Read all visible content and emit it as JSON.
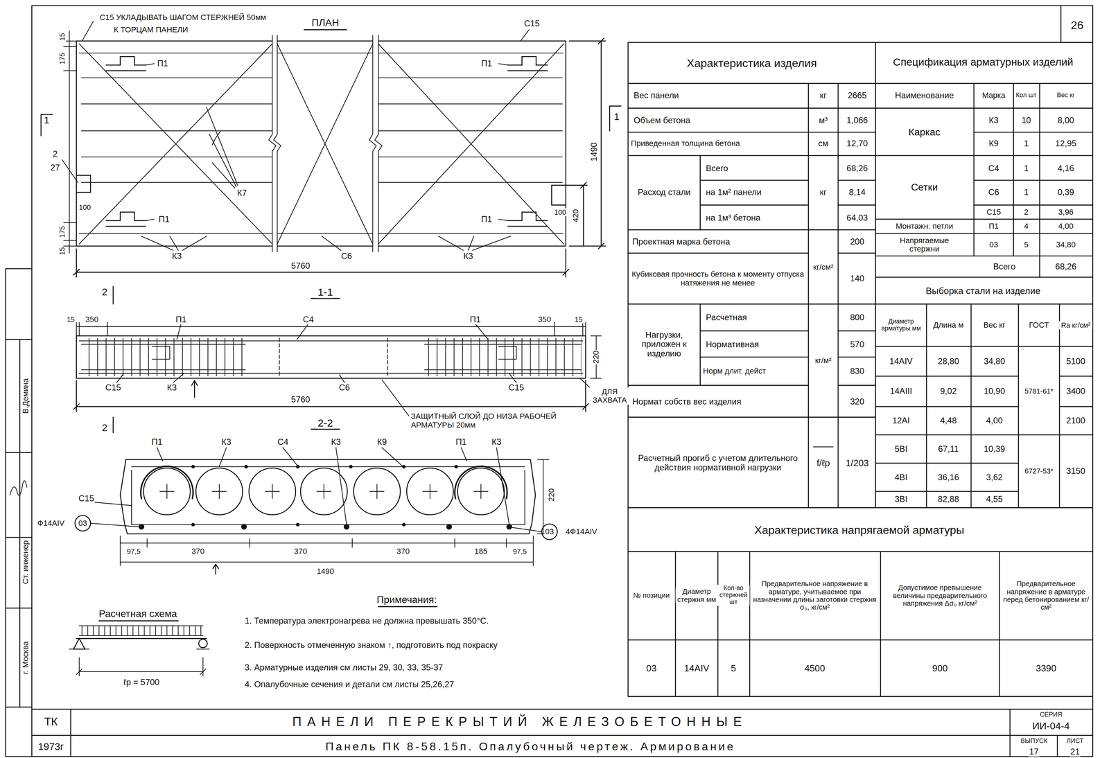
{
  "diagram": {
    "labels": [
      "С15 УКЛАДЫВАТЬ ШАГОМ СТЕРЖНЕЙ 50мм",
      "К ТОРЦАМ ПАНЕЛИ",
      "ПЛАН",
      "С15",
      "15",
      "175",
      "1",
      "2",
      "27",
      "П1",
      "П1",
      "К7",
      "П1",
      "П1",
      "100",
      "100",
      "1490",
      "420",
      "175",
      "15",
      "К3",
      "С6",
      "К3",
      "5760",
      "1",
      "2",
      "1-1",
      "15",
      "350",
      "П1",
      "С4",
      "П1",
      "350",
      "15",
      "220",
      "С15",
      "К3",
      "С6",
      "С15",
      "5760",
      "ДЛЯ ЗАХВАТА",
      "ЗАЩИТНЫЙ СЛОЙ ДО НИЗА РАБОЧЕЙ АРМАТУРЫ 20мм",
      "2",
      "2-2",
      "П1",
      "К3",
      "С4",
      "К3",
      "К9",
      "П1",
      "К3",
      "С15",
      "220",
      "Ф14АIV",
      "03",
      "03",
      "4Ф14АIV",
      "97,5",
      "370",
      "370",
      "370",
      "185",
      "97,5",
      "1490",
      "Расчетная схема",
      "ℓp = 5700",
      "Примечания:",
      "1. Температура электронагрева не должна превышать 350°С.",
      "2. Поверхность отмеченную знаком ↑, подготовить под покраску",
      "3. Арматурные изделия см листы 29, 30, 33, 35-37",
      "4. Опалубочные сечения и детали см листы 25,26,27",
      "Ст. инженер",
      "В.Демина",
      "г. Москва",
      "26",
      "ТК",
      "1973г",
      "ПАНЕЛИ ПЕРЕКРЫТИЙ ЖЕЛЕЗОБЕТОННЫЕ",
      "Панель ПК 8-58.15п. Опалубочный чертеж. Армирование",
      "СЕРИЯ",
      "ИИ-04-4",
      "ВЫПУСК",
      "17",
      "ЛИСТ",
      "21",
      "Характеристика изделия",
      "Вес панели",
      "кг",
      "2665",
      "Объем бетона",
      "м³",
      "1,066",
      "Приведенная толщина бетона",
      "см",
      "12,70",
      "Расход стали",
      "Всего",
      "на 1м² панели",
      "на 1м³ бетона",
      "кг",
      "68,26",
      "8,14",
      "64,03",
      "Проектная марка бетона",
      "кг/см²",
      "200",
      "Кубиковая прочность бетона к моменту отпуска натяжения не менее",
      "140",
      "Нагрузки, приложен к изделию",
      "Расчетная",
      "Нормативная",
      "Норм длит. дейст",
      "кг/м²",
      "800",
      "570",
      "830",
      "Нормат собств вес изделия",
      "320",
      "Расчетный прогиб с учетом длительного действия нормативной нагрузки",
      "f/ℓp",
      "1/203",
      "Спецификация арматурных изделий",
      "Наименование",
      "Марка",
      "Кол шт",
      "Вес кг",
      "Каркас",
      "К3",
      "10",
      "8,00",
      "К9",
      "1",
      "12,95",
      "Сетки",
      "С4",
      "1",
      "4,16",
      "С6",
      "1",
      "0,39",
      "С15",
      "2",
      "3,96",
      "Монтажн. петли",
      "П1",
      "4",
      "4,00",
      "Напрягаемые стержни",
      "03",
      "5",
      "34,80",
      "Всего",
      "68,26",
      "Выборка стали на изделие",
      "Диаметр арматуры мм",
      "Длина м",
      "Вес кг",
      "ГОСТ",
      "Ra кг/см²",
      "14АIV",
      "28,80",
      "34,80",
      "5100",
      "14АIII",
      "9,02",
      "10,90",
      "5781-61*",
      "3400",
      "12АI",
      "4,48",
      "4,00",
      "2100",
      "5ВI",
      "67,11",
      "10,39",
      "4ВI",
      "36,16",
      "3,62",
      "6727-53*",
      "3150",
      "3ВI",
      "82,88",
      "4,55",
      "Характеристика напрягаемой арматуры",
      "№ позиции",
      "Диаметр стержня мм",
      "Кол-во стержней шт",
      "Предварительное напряжение в арматуре, учитываемое при назначении длины заготовки стержня σ₀, кг/см²",
      "Допустимое превышение величины предварительного напряжения Δσ₀ кг/см²",
      "Предварительное напряжение в арматуре перед бетонированием кг/см²",
      "03",
      "14АIV",
      "5",
      "4500",
      "900",
      "3390"
    ]
  }
}
